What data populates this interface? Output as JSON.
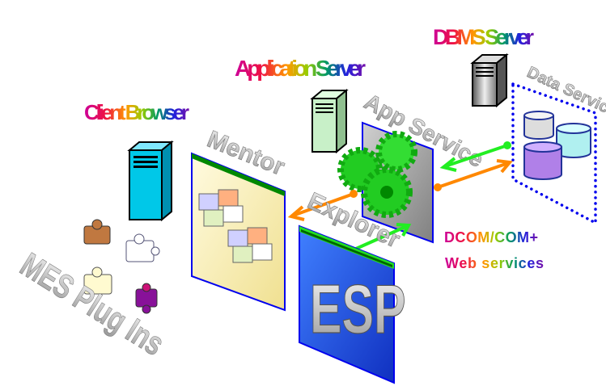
{
  "titles": {
    "client_browser": "Client Browser",
    "application_server": "Application Server",
    "dbms_server": "DBMS Server"
  },
  "panels": {
    "mentor": "Mentor",
    "app_service": "App Service",
    "data_service": "Data Service",
    "explorer": "Explorer",
    "esp": "ESP",
    "mes_plug_ins": "MES Plug Ins"
  },
  "protocols": {
    "line1": "DCOM/COM+",
    "line2": "Web services"
  },
  "colors": {
    "client_server": "#00c8e8",
    "app_server": "#c8f0c8",
    "dbms_server": "#888888",
    "mentor_panel": "#f8f0a8",
    "esp_panel": "#2050e8",
    "gears": "#22cc22",
    "arrow_orange": "#ff8800",
    "arrow_green": "#22ee22",
    "panel_border": "#0000ee"
  }
}
